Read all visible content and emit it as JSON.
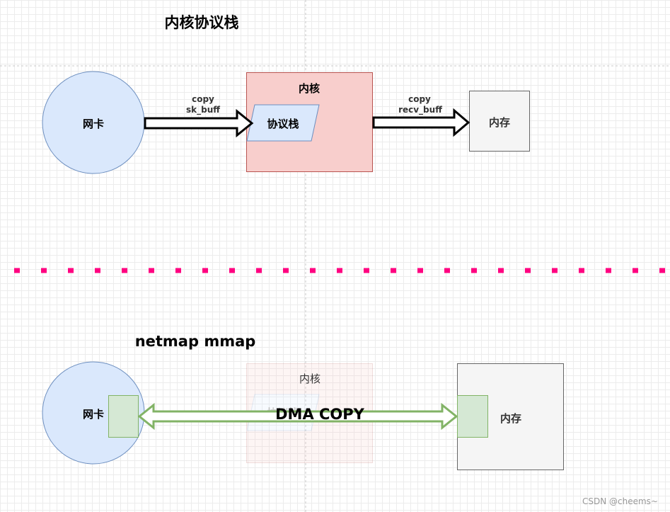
{
  "top": {
    "title": "内核协议栈",
    "nic_label": "网卡",
    "kernel_label": "内核",
    "stack_label": "协议栈",
    "memory_label": "内存",
    "copy1_line1": "copy",
    "copy1_line2": "sk_buff",
    "copy2_line1": "copy",
    "copy2_line2": "recv_buff"
  },
  "bottom": {
    "title": "netmap mmap",
    "nic_label": "网卡",
    "kernel_label": "内核",
    "stack_label": "协议栈",
    "memory_label": "内存",
    "dma_label": "DMA COPY"
  },
  "watermark": "CSDN @cheems~",
  "colors": {
    "nic_fill": "#dae8fc",
    "nic_stroke": "#6c8ebf",
    "kernel_fill": "#f8cecc",
    "kernel_stroke": "#b85450",
    "memory_fill": "#f5f5f5",
    "memory_stroke": "#666666",
    "buffer_fill": "#d5e8d4",
    "buffer_stroke": "#82b366",
    "separator": "#ff0080"
  }
}
